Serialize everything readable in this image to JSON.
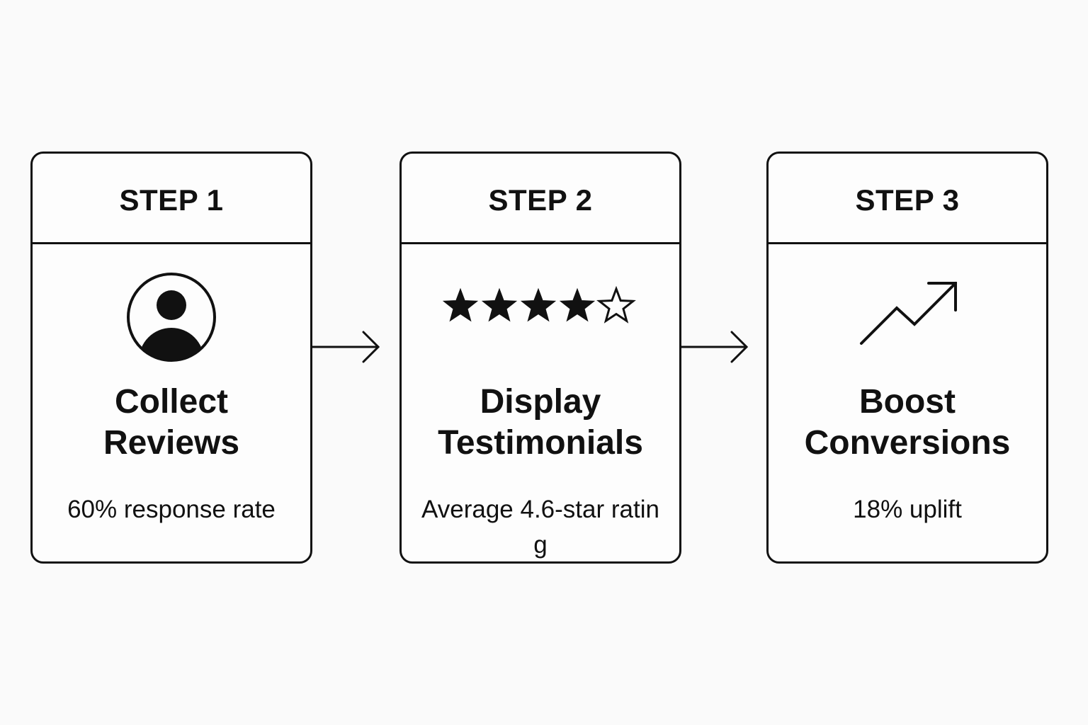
{
  "steps": [
    {
      "label": "STEP 1",
      "icon": "user-avatar-icon",
      "title_line1": "Collect",
      "title_line2": "Reviews",
      "stat": "60% response rate"
    },
    {
      "label": "STEP 2",
      "icon": "star-rating-icon",
      "rating": {
        "filled": 4,
        "total": 5
      },
      "title_line1": "Display",
      "title_line2": "Testimonials",
      "stat": "Average 4.6-star rating"
    },
    {
      "label": "STEP 3",
      "icon": "trending-up-icon",
      "title_line1": "Boost",
      "title_line2": "Conversions",
      "stat": "18% uplift"
    }
  ],
  "connectors": [
    "arrow-right-icon",
    "arrow-right-icon"
  ],
  "colors": {
    "background": "#fafafa",
    "stroke": "#111111",
    "text": "#111111"
  }
}
